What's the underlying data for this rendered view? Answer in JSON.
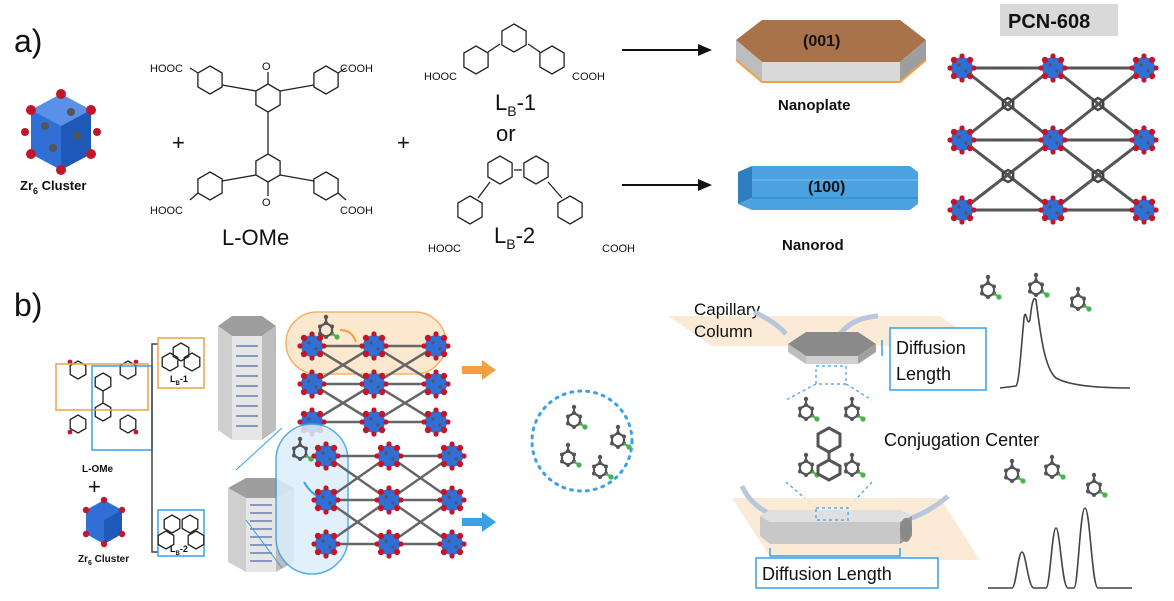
{
  "panel_a": {
    "label": "a)",
    "cluster_label": "Zr",
    "cluster_sub": "6",
    "cluster_suffix": " Cluster",
    "plus": "+",
    "ligand_main": "L-OMe",
    "methoxy": "O",
    "cooh": "COOH",
    "hooc": "HOOC",
    "lb1_main": "L",
    "lb1_sub": "B",
    "lb1_suffix": "-1",
    "or": "or",
    "lb2_main": "L",
    "lb2_sub": "B",
    "lb2_suffix": "-2",
    "plate_facet": "(001)",
    "plate_label": "Nanoplate",
    "rod_facet": "(100)",
    "rod_label": "Nanorod",
    "framework_title": "PCN-608"
  },
  "panel_b": {
    "label": "b)",
    "ligand_label": "L-OMe",
    "plus": "+",
    "cluster_label": "Zr",
    "cluster_sub": "6",
    "cluster_suffix": " Cluster",
    "lb1_main": "L",
    "lb1_sub": "B",
    "lb1_suffix": "-1",
    "lb2_main": "L",
    "lb2_sub": "B",
    "lb2_suffix": "-2",
    "capillary_line1": "Capillary",
    "capillary_line2": "Column",
    "diffusion_top_line1": "Diffusion",
    "diffusion_top_line2": "Length",
    "conjugation": "Conjugation Center",
    "diffusion_bottom": "Diffusion Length"
  },
  "colors": {
    "cluster_blue": "#2f6fd6",
    "oxygen_red": "#c0182a",
    "orange": "#f0a040",
    "light_blue": "#3aa0e8",
    "rod_blue": "#4aa3e0",
    "plate_brown": "#a8724a"
  }
}
